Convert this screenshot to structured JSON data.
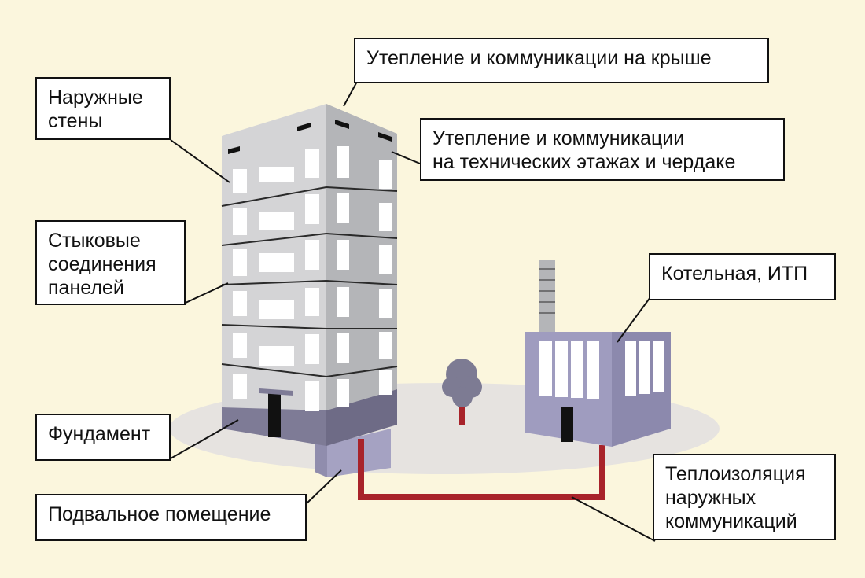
{
  "labels": {
    "walls": [
      "Наружные",
      "стены"
    ],
    "roof": [
      "Утепление и коммуникации на крыше"
    ],
    "tech_floors": [
      "Утепление и коммуникации",
      "на технических этажах и чердаке"
    ],
    "joints": [
      "Стыковые",
      "соединения",
      "панелей"
    ],
    "boiler": [
      "Котельная, ИТП"
    ],
    "foundation": [
      "Фундамент"
    ],
    "basement": [
      "Подвальное помещение"
    ],
    "insulation": [
      "Теплоизоляция",
      "наружных",
      "коммуникаций"
    ]
  },
  "colors": {
    "background": "#fbf6dd",
    "ground": "#e6e3e0",
    "building_front": "#d4d4d6",
    "building_side": "#b4b5b8",
    "foundation_front": "#7e7b96",
    "foundation_side": "#6e6b86",
    "boiler_front": "#9f9cbf",
    "boiler_side": "#8c89ad",
    "tree": "#7d7b93",
    "pipe": "#a8232a",
    "window": "#ffffff"
  },
  "icons": [
    "multistorey-building-icon",
    "boiler-house-icon",
    "tree-icon",
    "heat-pipe-icon",
    "chimney-icon"
  ]
}
